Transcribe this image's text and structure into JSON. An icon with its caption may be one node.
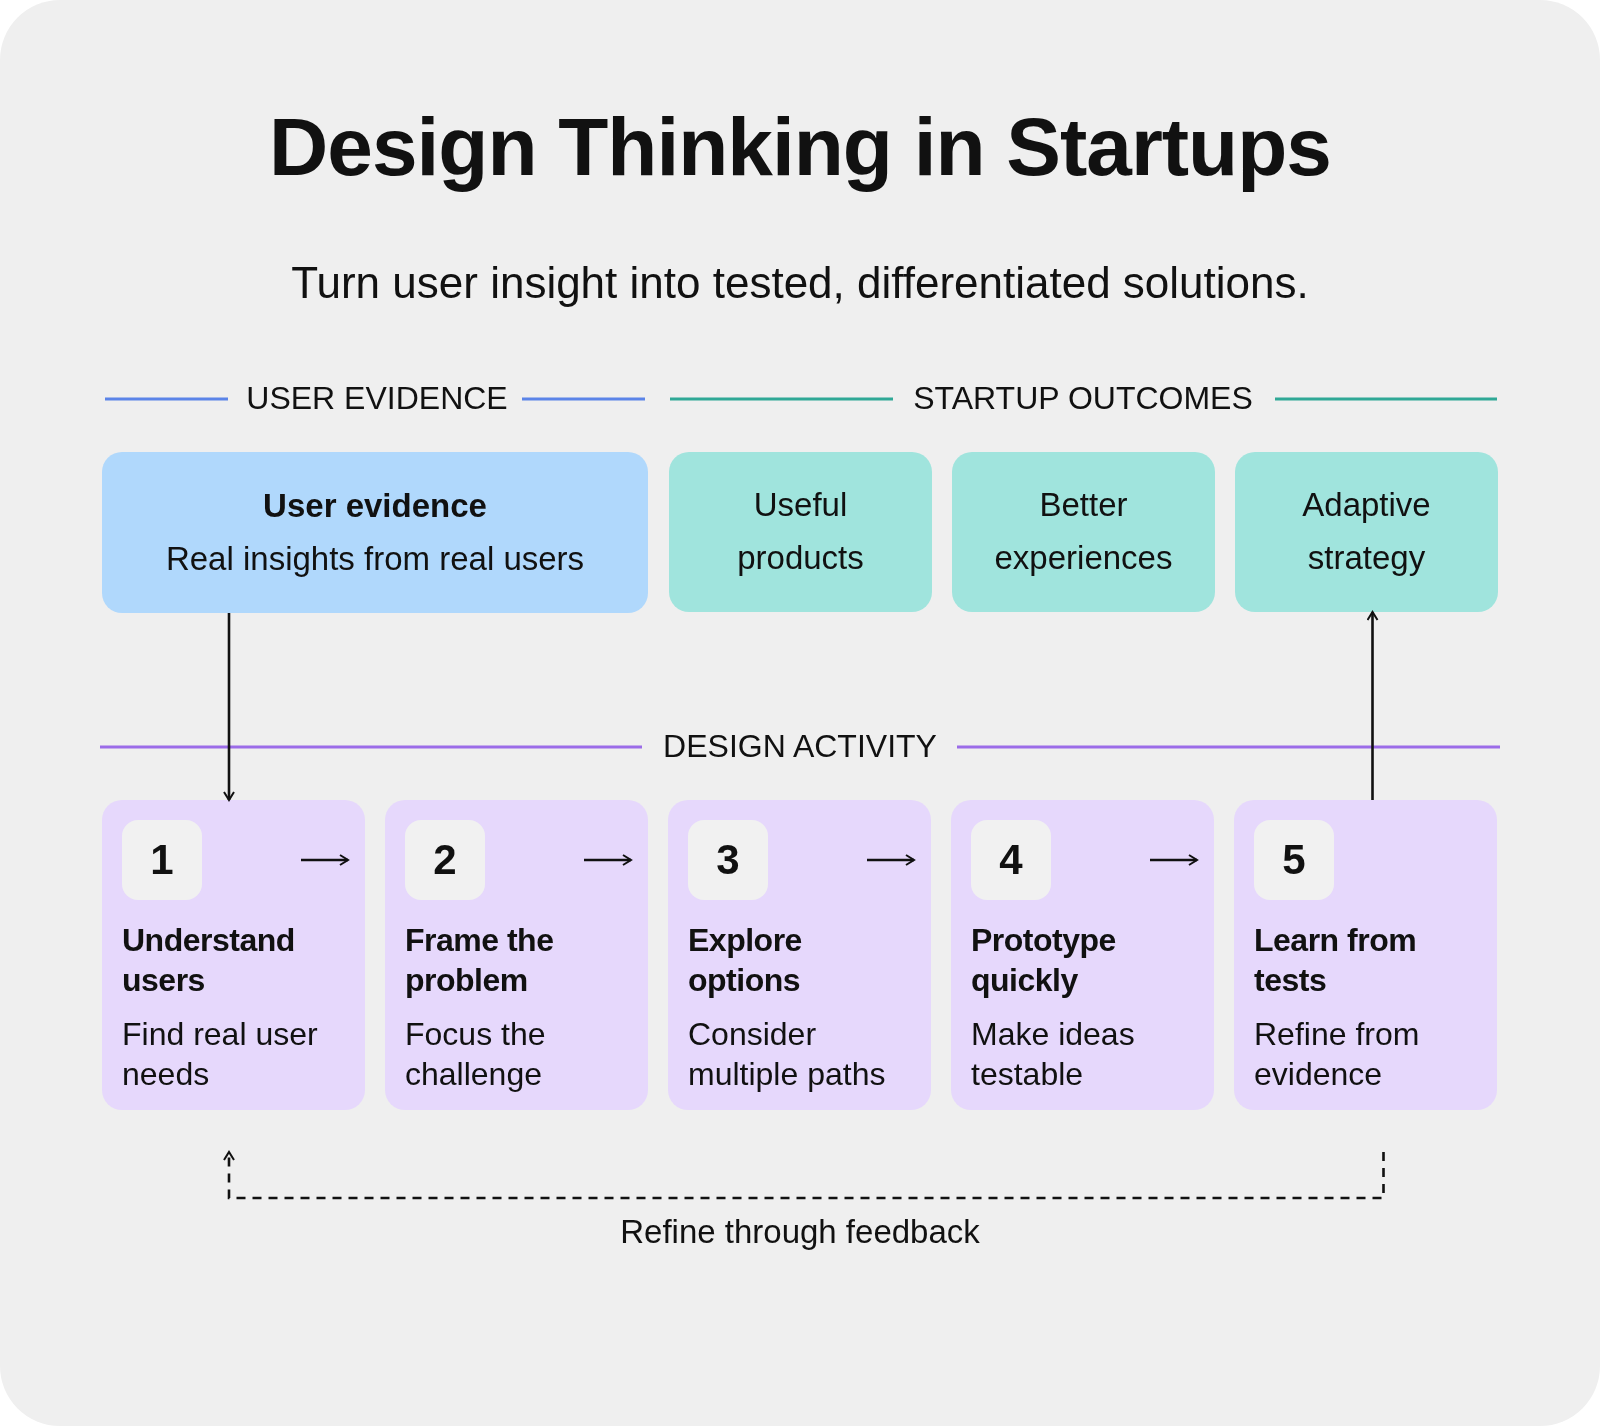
{
  "diagram": {
    "title": "Design Thinking in Startups",
    "nodes": [
      {
        "text": [
          "User evidence",
          "Real insights from real users"
        ]
      },
      {
        "text": [
          "Useful products"
        ]
      },
      {
        "text": [
          "Better experiences"
        ]
      },
      {
        "text": [
          "Adaptive strategy"
        ]
      },
      {
        "text": [
          "1",
          "Understand users",
          "Find real user needs"
        ]
      },
      {
        "text": [
          "2",
          "Frame the problem",
          "Focus the challenge"
        ]
      },
      {
        "text": [
          "3",
          "Explore options",
          "Consider multiple paths"
        ]
      },
      {
        "text": [
          "4",
          "Prototype quickly",
          "Make ideas testable"
        ]
      },
      {
        "text": [
          "5",
          "Learn from tests",
          "Refine from evidence"
        ]
      }
    ],
    "edges": [
      {
        "from": 0,
        "to": 4,
        "arrow": "to"
      },
      {
        "from": 4,
        "to": 5,
        "arrow": "to"
      },
      {
        "from": 5,
        "to": 6,
        "arrow": "to"
      },
      {
        "from": 6,
        "to": 7,
        "arrow": "to"
      },
      {
        "from": 7,
        "to": 8,
        "arrow": "to"
      },
      {
        "from": 8,
        "to": 3,
        "arrow": "to"
      },
      {
        "from": 8,
        "to": 4,
        "arrow": "to",
        "style": "dashed",
        "label": "Refine through feedback"
      }
    ],
    "labels": [
      "Turn user insight into tested, differentiated solutions.",
      "USER EVIDENCE",
      "STARTUP OUTCOMES",
      "DESIGN ACTIVITY"
    ]
  }
}
